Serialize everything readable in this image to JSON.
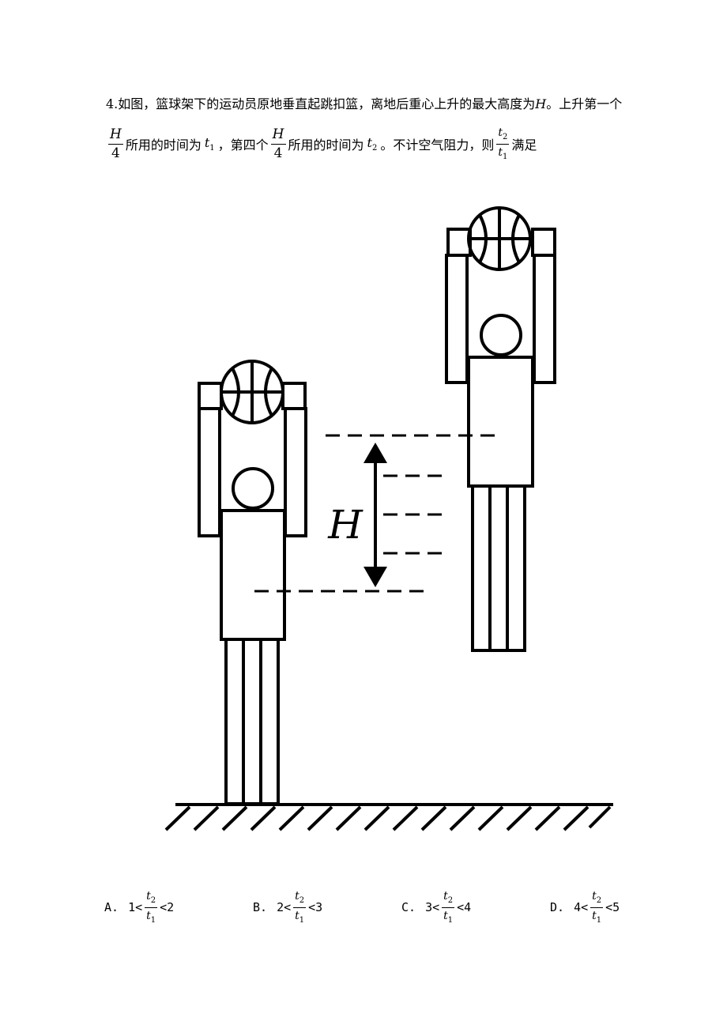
{
  "question": {
    "line1": "4.如图，篮球架下的运动员原地垂直起跳扣篮，离地后重心上升的最大高度为",
    "H_var": "H",
    "line1_end": "。上升第一个",
    "frac_num": "H",
    "frac_den": "4",
    "seg1": "所用的时间为",
    "t1": "t",
    "t1_sub": "1",
    "seg2": "，第四个",
    "seg3": "所用的时间为",
    "t2": "t",
    "t2_sub": "2",
    "seg4": "。不计空气阻力，则",
    "seg5": "满足"
  },
  "figure": {
    "height_label": "H"
  },
  "options": [
    {
      "letter": "A.",
      "low": "1<",
      "high": "<2"
    },
    {
      "letter": "B.",
      "low": "2<",
      "high": "<3"
    },
    {
      "letter": "C.",
      "low": "3<",
      "high": "<4"
    },
    {
      "letter": "D.",
      "low": "4<",
      "high": "<5"
    }
  ]
}
